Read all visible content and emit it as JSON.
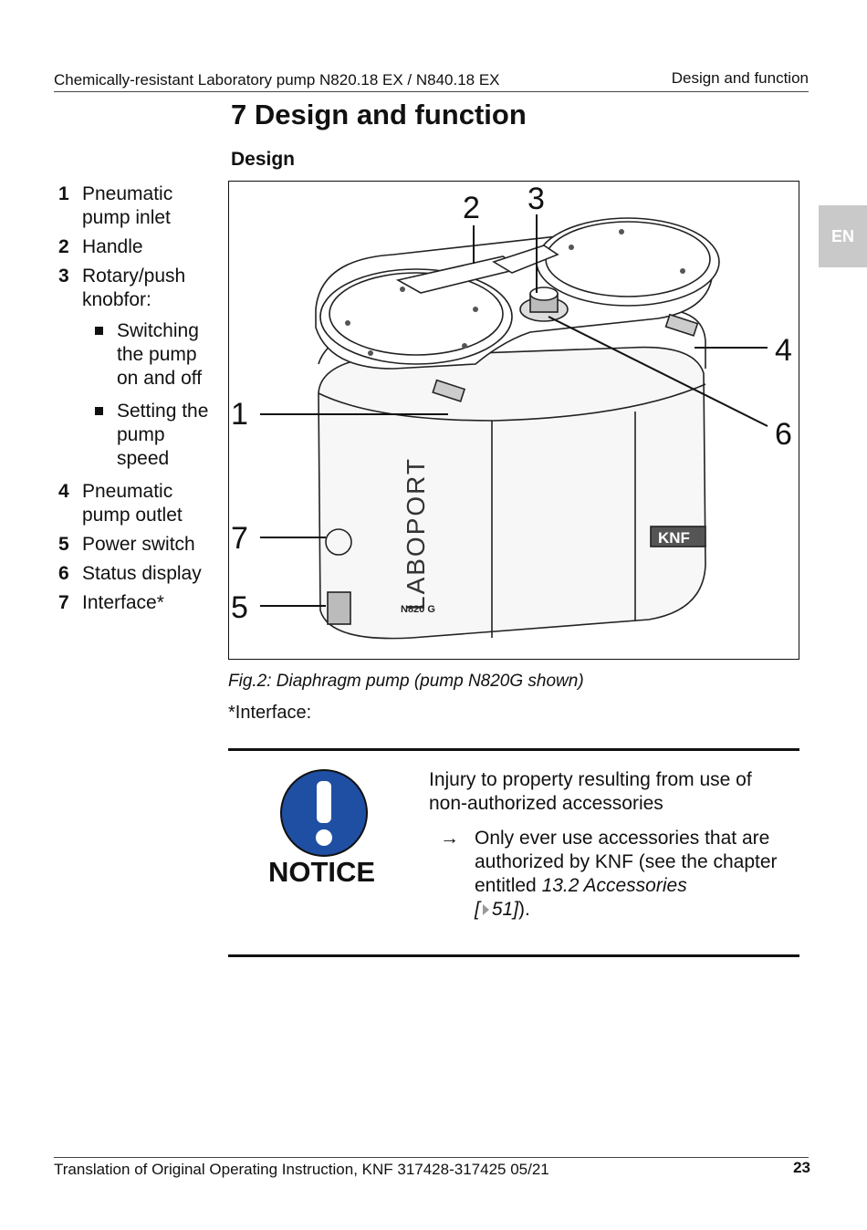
{
  "header": {
    "document_title": "Chemically-resistant Laboratory pump N820.18 EX / N840.18 EX",
    "section": "Design and function"
  },
  "language_tab": "EN",
  "page_title": "7 Design and function",
  "subheading": "Design",
  "legend": {
    "items": [
      {
        "num": "1",
        "label": "Pneumatic pump inlet"
      },
      {
        "num": "2",
        "label": "Handle"
      },
      {
        "num": "3",
        "label": "Rotary/push knobfor:"
      },
      {
        "num": "4",
        "label": "Pneumatic pump outlet"
      },
      {
        "num": "5",
        "label": "Power switch"
      },
      {
        "num": "6",
        "label": "Status display"
      },
      {
        "num": "7",
        "label": "Interface*"
      }
    ],
    "subitems": [
      "Switching the pump on and off",
      "Setting the pump speed"
    ]
  },
  "figure": {
    "callouts": [
      "1",
      "2",
      "3",
      "4",
      "5",
      "6",
      "7"
    ],
    "device_text": "LABOPORT",
    "model_text": "N820 G",
    "brand_text": "KNF",
    "caption": "Fig.2: Diaphragm pump (pump N820G shown)"
  },
  "interface_label": "*Interface:",
  "notice": {
    "word": "NOTICE",
    "hazard": "Injury to property resulting from use of non-authorized accessories",
    "arrow_glyph": "→",
    "action_prefix": "Only ever use accessories that are authorized by KNF (see the chapter entitled ",
    "action_ref": "13.2 Accessories",
    "action_bracket_open": "[",
    "action_page": "51]",
    "action_suffix": ").",
    "icon": "exclamation-icon",
    "icon_color": "#1f4fa3"
  },
  "footer": {
    "left": "Translation of Original Operating Instruction, KNF 317428-317425 05/21",
    "page_number": "23"
  }
}
